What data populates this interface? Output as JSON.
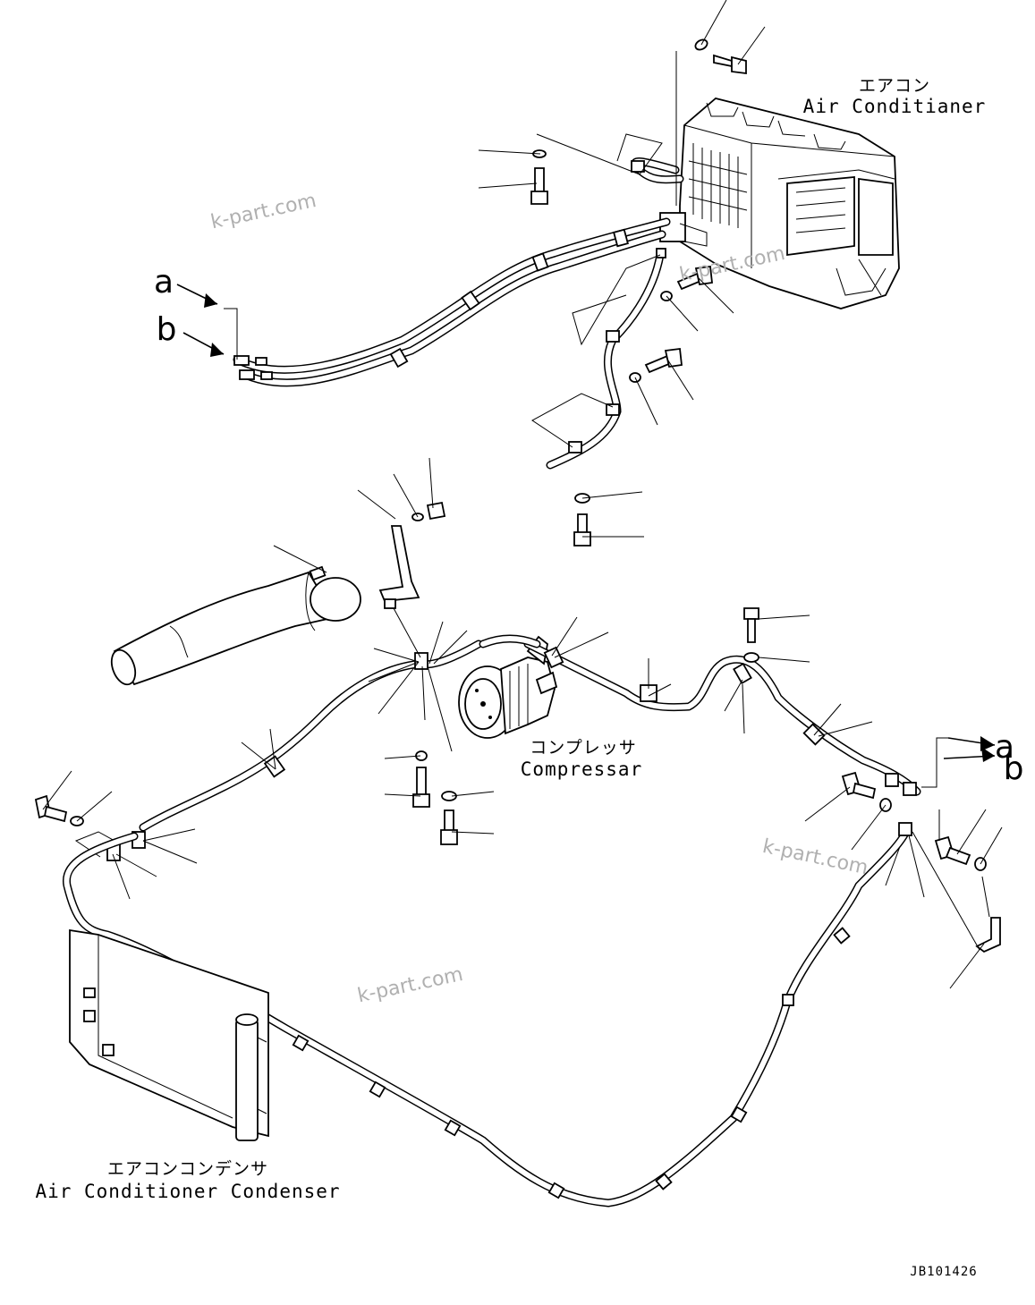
{
  "labels": {
    "air_conditioner_jp": "エアコン",
    "air_conditioner_en": "Air Conditianer",
    "compressor_jp": "コンプレッサ",
    "compressor_en": "Compressar",
    "condenser_jp": "エアコンコンデンサ",
    "condenser_en": "Air Conditioner Condenser",
    "connection_a": "a",
    "connection_b": "b",
    "drawing_code": "JB101426"
  },
  "watermarks": [
    "k-part.com",
    "k-part.com",
    "k-part.com",
    "k-part.com"
  ]
}
